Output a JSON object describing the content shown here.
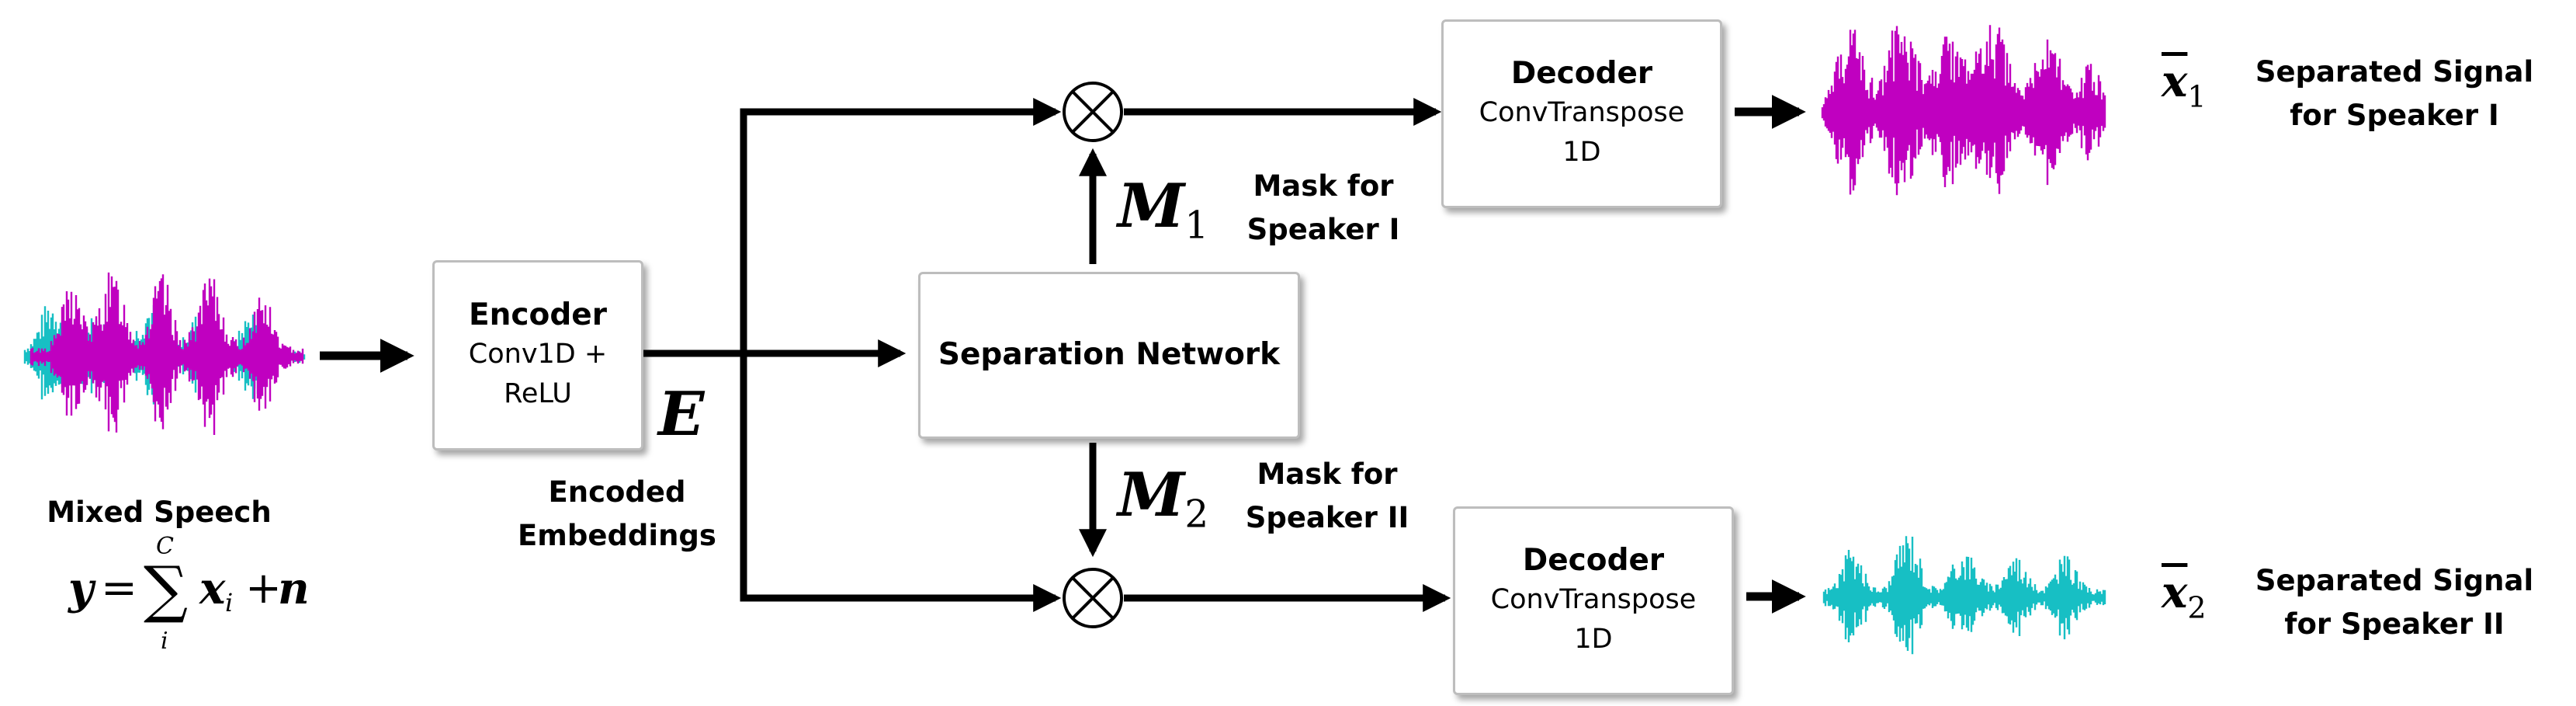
{
  "encoder": {
    "title": "Encoder",
    "subtitle_line1": "Conv1D +",
    "subtitle_line2": "ReLU"
  },
  "separation": {
    "title": "Separation Network"
  },
  "decoder_top": {
    "title": "Decoder",
    "subtitle_line1": "ConvTranspose",
    "subtitle_line2": "1D"
  },
  "decoder_bottom": {
    "title": "Decoder",
    "subtitle_line1": "ConvTranspose",
    "subtitle_line2": "1D"
  },
  "input": {
    "label": "Mixed Speech",
    "formula_lhs": "y",
    "formula_eq": "=",
    "formula_sigma": "∑",
    "formula_upper": "C",
    "formula_lower": "i",
    "formula_term": "x",
    "formula_term_sub": "i",
    "formula_plus": "+",
    "formula_noise": "n"
  },
  "embedding": {
    "symbol": "E",
    "label_line1": "Encoded",
    "label_line2": "Embeddings"
  },
  "mask1": {
    "symbol": "M",
    "sub": "1",
    "label_line1": "Mask for",
    "label_line2": "Speaker I"
  },
  "mask2": {
    "symbol": "M",
    "sub": "2",
    "label_line1": "Mask for",
    "label_line2": "Speaker II"
  },
  "output1": {
    "symbol": "x",
    "sub": "1",
    "label_line1": "Separated Signal",
    "label_line2": "for Speaker I"
  },
  "output2": {
    "symbol": "x",
    "sub": "2",
    "label_line1": "Separated Signal",
    "label_line2": "for Speaker II"
  },
  "colors": {
    "speaker1": "#c000c0",
    "speaker2": "#17bfc4",
    "arrow": "#000000",
    "box_border": "#bdbdbd"
  },
  "icons": {
    "multiply": "circled-times-icon",
    "waveform": "waveform-icon"
  }
}
